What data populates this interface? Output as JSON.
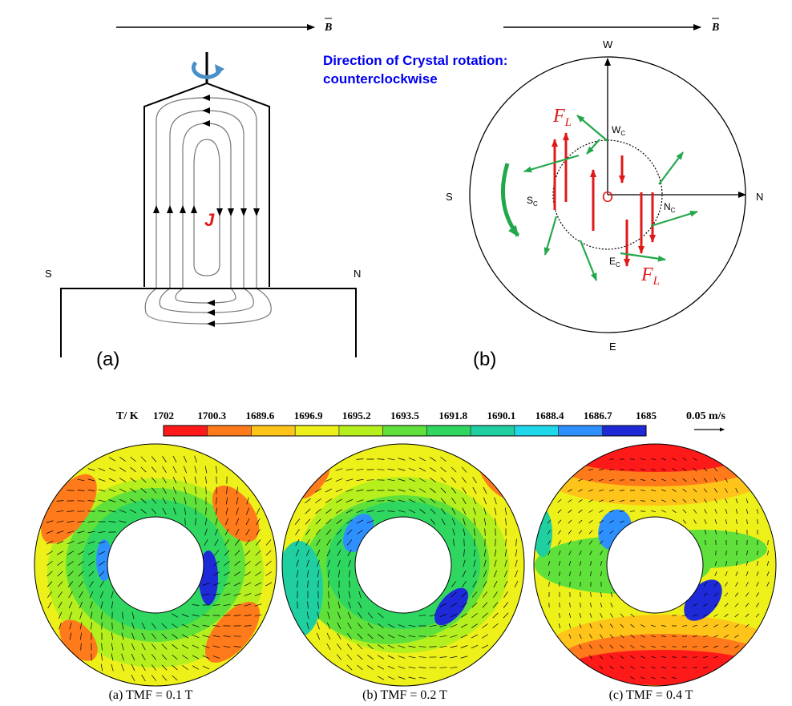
{
  "top_left": {
    "field_label": "B",
    "current_label": "J",
    "pole_left": "S",
    "pole_right": "N",
    "panel_label": "(a)"
  },
  "top_right": {
    "field_label": "B",
    "annotation_line1": "Direction of Crystal rotation:",
    "annotation_line2": "counterclockwise",
    "dir_west": "W",
    "dir_east": "E",
    "dir_south": "S",
    "dir_north": "N",
    "point_wc": "W",
    "point_nc": "N",
    "point_ec": "E",
    "point_sc": "S",
    "subscript_c": "C",
    "center_label": "O",
    "force_label_top": "F",
    "force_label_bottom": "F",
    "force_subscript": "L",
    "panel_label": "(b)"
  },
  "colorbar": {
    "title": "T/ K",
    "ticks": [
      "1702",
      "1700.3",
      "1689.6",
      "1696.9",
      "1695.2",
      "1693.5",
      "1691.8",
      "1690.1",
      "1688.4",
      "1686.7",
      "1685"
    ],
    "colors": [
      "#ff1a1a",
      "#ff7a1a",
      "#ffc41a",
      "#eef01a",
      "#b6ef1e",
      "#5fe03a",
      "#2fd760",
      "#1fcfa0",
      "#1fd8ea",
      "#2e8fff",
      "#1e2ad8"
    ],
    "velocity_scale": "0.05 m/s"
  },
  "plots": [
    {
      "caption": "(a) TMF = 0.1 T"
    },
    {
      "caption": "(b) TMF = 0.2 T"
    },
    {
      "caption": "(c) TMF = 0.4 T"
    }
  ]
}
